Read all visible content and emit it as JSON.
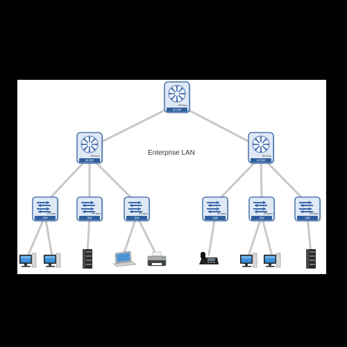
{
  "diagram": {
    "title": "Enterprise LAN",
    "core_switch": {
      "label": "M-SW",
      "badge": "IP/Cisco"
    },
    "distribution_switches": [
      {
        "label": "M-SW",
        "badge": "IP/Cisco"
      },
      {
        "label": "M-SW",
        "badge": "IP/Cisco"
      }
    ],
    "access_switches": [
      {
        "label": "SW",
        "badge": "IP/Cisco"
      },
      {
        "label": "SW",
        "badge": "IP/Cisco"
      },
      {
        "label": "SW",
        "badge": "IP/Cisco"
      },
      {
        "label": "SW",
        "badge": "IP/Cisco"
      },
      {
        "label": "SW",
        "badge": "IP/Cisco"
      },
      {
        "label": "SW",
        "badge": "IP/Cisco"
      }
    ],
    "endpoints": [
      {
        "type": "workstation-icon"
      },
      {
        "type": "workstation-icon"
      },
      {
        "type": "server-icon"
      },
      {
        "type": "laptop-icon"
      },
      {
        "type": "printer-icon"
      },
      {
        "type": "ip-phone-icon"
      },
      {
        "type": "workstation-icon"
      },
      {
        "type": "workstation-icon"
      },
      {
        "type": "server-icon"
      }
    ],
    "colors": {
      "background": "#000000",
      "canvas": "#ffffff",
      "link": "#c8c8c8",
      "node_face": "#dfe9f6",
      "node_band": "#2f5f9e",
      "node_border": "#2f5f9e"
    }
  }
}
